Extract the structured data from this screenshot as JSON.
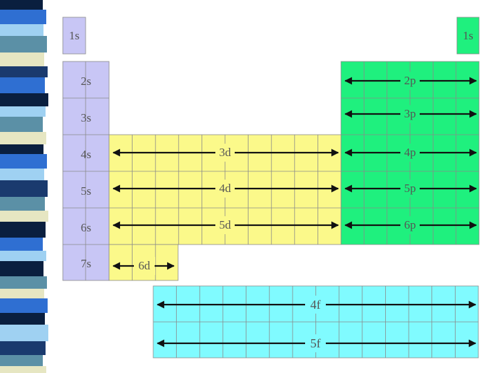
{
  "colors": {
    "s_block": "#c8c6f5",
    "p_block": "#1ff07e",
    "d_block": "#fbf98a",
    "f_block": "#80fbff",
    "grid": "#8a8a8a",
    "arrow": "#111111",
    "stripe_palette": [
      "#0a1f3f",
      "#2f6fd2",
      "#9fd1f2",
      "#5b90a6",
      "#e6e6c2",
      "#1a3a6e"
    ]
  },
  "s_block": {
    "labels": [
      "1s",
      "2s",
      "3s",
      "4s",
      "5s",
      "6s",
      "7s"
    ]
  },
  "he_cell": {
    "label": "1s"
  },
  "p_block": {
    "labels": [
      "2p",
      "3p",
      "4p",
      "5p",
      "6p"
    ]
  },
  "d_block": {
    "labels": [
      "3d",
      "4d",
      "5d",
      "6d"
    ]
  },
  "f_block": {
    "labels": [
      "4f",
      "5f"
    ]
  }
}
